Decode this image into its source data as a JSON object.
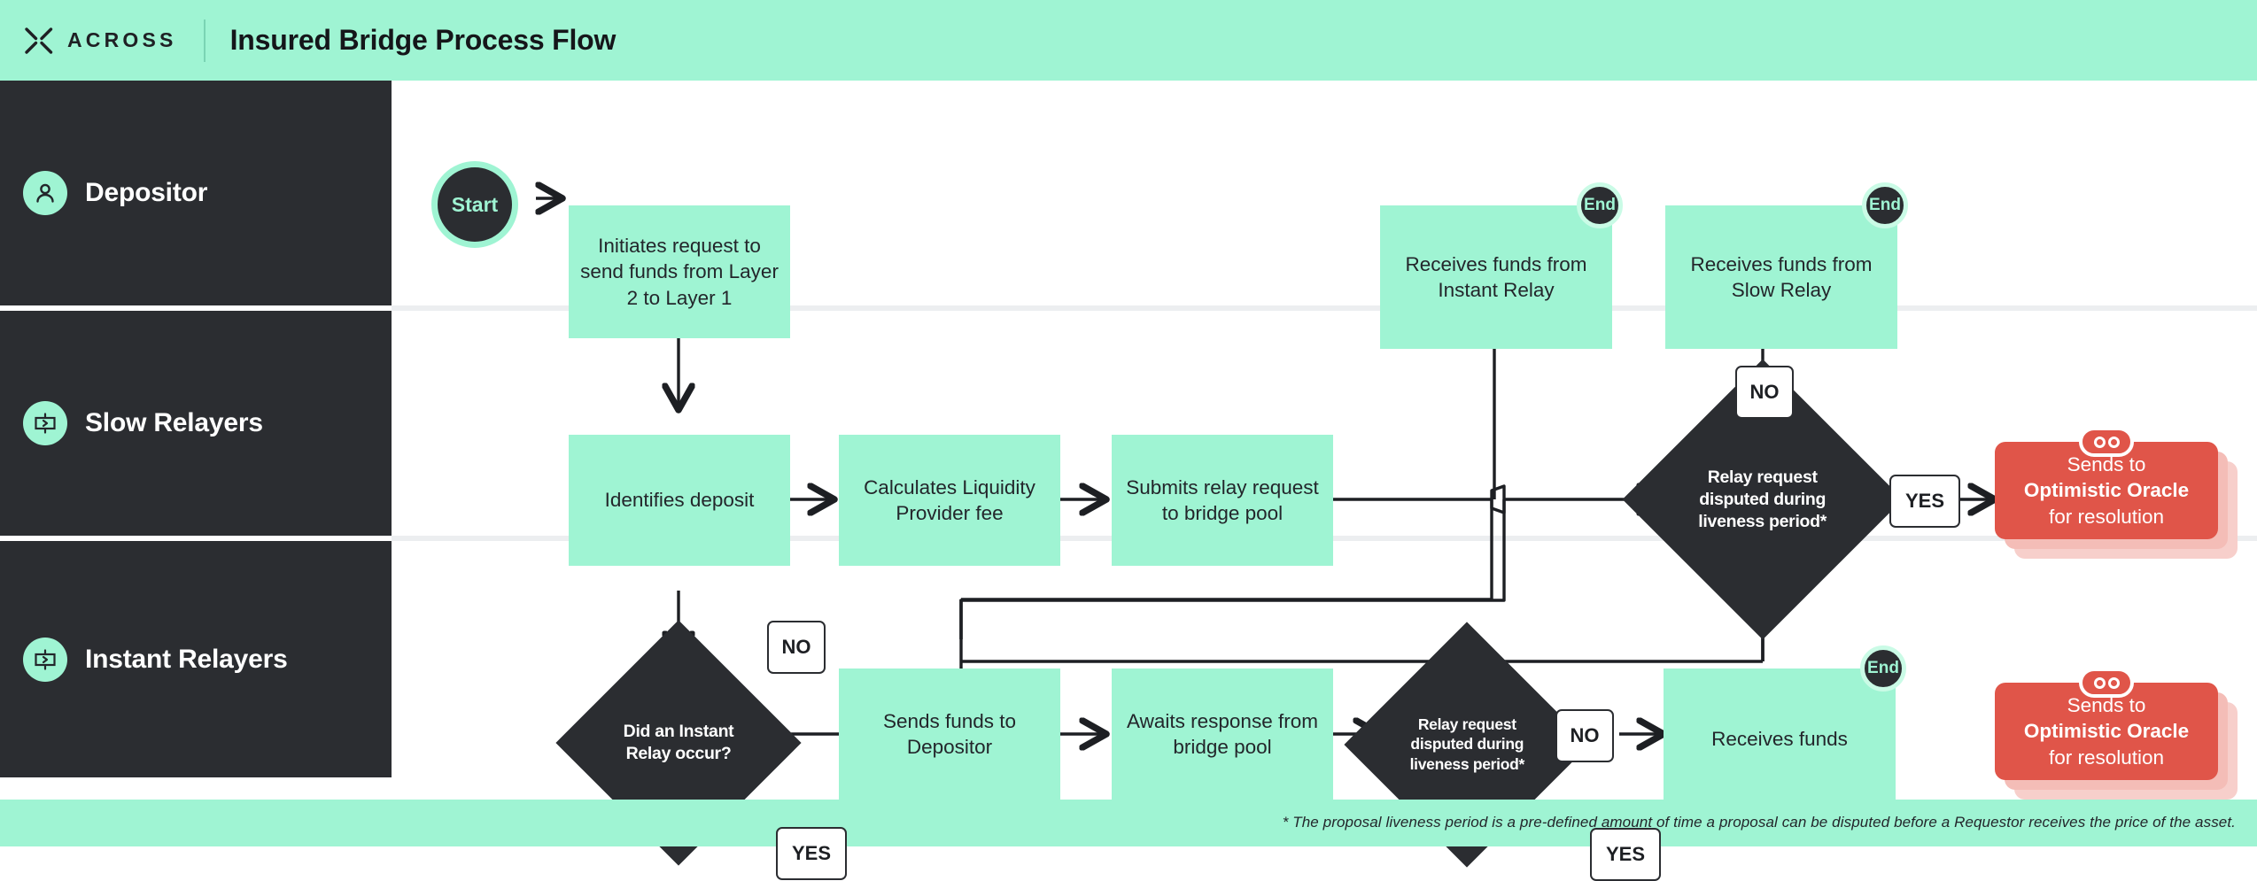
{
  "header": {
    "logo_text": "ACROSS",
    "logo_icon": "across-x-icon",
    "title": "Insured Bridge Process Flow"
  },
  "lanes": [
    {
      "id": "depositor",
      "label": "Depositor",
      "icon": "user-icon"
    },
    {
      "id": "slow-relayers",
      "label": "Slow Relayers",
      "icon": "relay-icon"
    },
    {
      "id": "instant-relayers",
      "label": "Instant Relayers",
      "icon": "relay-icon"
    }
  ],
  "nodes": {
    "start": "Start",
    "initiates_request": "Initiates request to send funds from Layer 2 to Layer 1",
    "receives_instant": "Receives funds from Instant Relay",
    "receives_slow": "Receives funds from Slow Relay",
    "identifies_deposit": "Identifies deposit",
    "calculates_fee": "Calculates Liquidity Provider fee",
    "submits_relay": "Submits relay request to bridge pool",
    "decision_slow": "Relay request disputed during liveness period*",
    "oracle_slow_line1": "Sends to",
    "oracle_slow_line2": "Optimistic Oracle",
    "oracle_slow_line3": "for resolution",
    "decision_instant_relay": "Did an Instant Relay occur?",
    "sends_funds_depositor": "Sends funds to Depositor",
    "awaits_response": "Awaits response from bridge pool",
    "decision_instant": "Relay request disputed during liveness period*",
    "receives_funds": "Receives funds",
    "oracle_instant_line1": "Sends to",
    "oracle_instant_line2": "Optimistic Oracle",
    "oracle_instant_line3": "for resolution"
  },
  "badges": {
    "end_instant_relay": "End",
    "end_slow_relay": "End",
    "end_receives_funds": "End"
  },
  "edge_labels": {
    "no_instant_relay": "NO",
    "yes_instant_relay": "YES",
    "no_slow_dispute": "NO",
    "yes_slow_dispute": "YES",
    "no_instant_dispute": "NO",
    "yes_instant_dispute": "YES"
  },
  "footer": {
    "footnote": "* The proposal liveness period is a pre-defined amount of time a proposal can be disputed before a Requestor receives the price of the asset."
  },
  "colors": {
    "mint": "#9ff4d3",
    "dark": "#2b2d31",
    "red": "#e05549",
    "white": "#ffffff",
    "divider": "#eceef0"
  }
}
